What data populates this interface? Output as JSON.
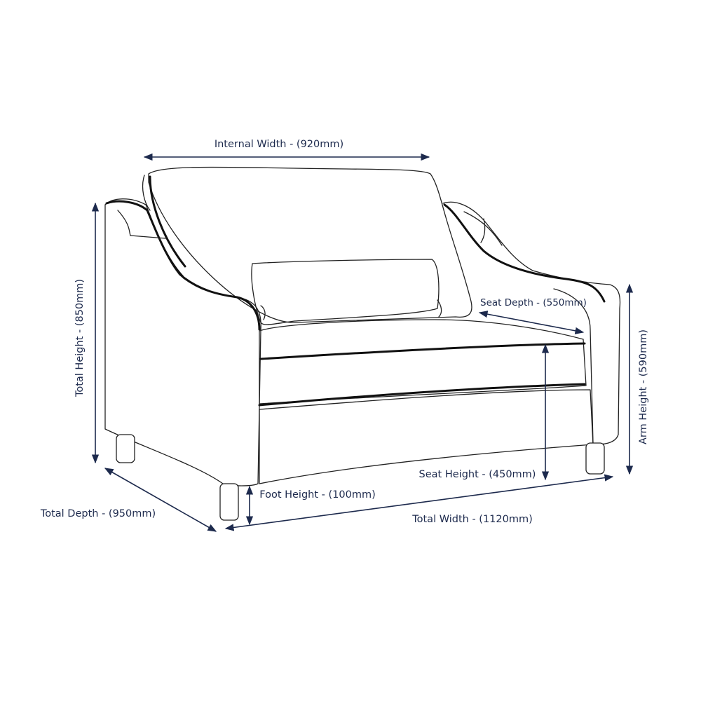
{
  "dimensions": {
    "internal_width": "Internal Width - (920mm)",
    "total_height": "Total Height - (850mm)",
    "arm_height": "Arm Height - (590mm)",
    "seat_depth": "Seat Depth - (550mm)",
    "seat_height": "Seat Height - (450mm)",
    "foot_height": "Foot Height - (100mm)",
    "total_depth": "Total Depth - (950mm)",
    "total_width": "Total Width - (1120mm)"
  },
  "colors": {
    "label": "#1d2a4d",
    "line": "#222222",
    "background": "#ffffff"
  }
}
